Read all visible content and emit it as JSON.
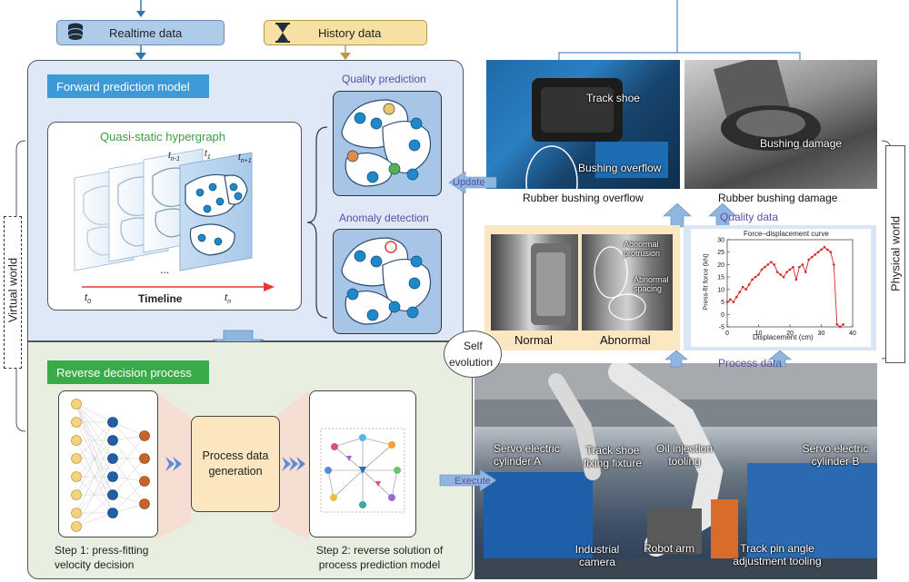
{
  "inputs": {
    "realtime": {
      "label": "Realtime data",
      "icon": "database-icon"
    },
    "history": {
      "label": "History data",
      "icon": "hourglass-icon"
    }
  },
  "forward": {
    "title": "Forward prediction model",
    "hypergraph_title": "Quasi-static hypergraph",
    "timeline_label": "Timeline",
    "t0": "t",
    "t0_sub": "0",
    "tn": "t",
    "tn_sub": "n",
    "frame_labels": [
      "t",
      "t",
      "t"
    ],
    "frame_subs": [
      "n-1",
      "1",
      "n+1"
    ],
    "ellipsis": "...",
    "quality_prediction": "Quality prediction",
    "anomaly_detection": "Anomaly detection"
  },
  "reverse": {
    "title": "Reverse decision process",
    "process_box": "Process data generation",
    "step1": "Step 1: press-fitting velocity decision",
    "step2": "Step 2: reverse solution of process prediction model"
  },
  "sides": {
    "virtual": "Virtual world",
    "physical": "Physical world"
  },
  "arrows": {
    "update": "Update",
    "execute": "Execute",
    "quality_data": "Quality data",
    "process_data": "Process data",
    "self_evolution_1": "Self",
    "self_evolution_2": "evolution"
  },
  "photos": {
    "overflow_caption": "Rubber bushing overflow",
    "damage_caption": "Rubber bushing damage",
    "track_shoe": "Track shoe",
    "bushing_overflow": "Bushing overflow",
    "bushing_damage": "Bushing damage",
    "normal": "Normal",
    "abnormal": "Abnormal",
    "abnormal_protrusion": "Abnormal protrusion",
    "abnormal_spacing": "Abnormal spacing",
    "servo_a": "Servo electric cylinder A",
    "servo_b": "Servo electric cylinder B",
    "track_fixture": "Track shoe fixing fixture",
    "oil_injection": "Oil injection tooling",
    "industrial_camera": "Industrial camera",
    "robot_arm": "Robot arm",
    "track_pin": "Track pin angle adjustment tooling"
  },
  "chart_data": {
    "type": "line",
    "title": "Force–displacement curve",
    "xlabel": "Displacement (cm)",
    "ylabel": "Press-fit force (kN)",
    "xlim": [
      0,
      40
    ],
    "ylim": [
      -5,
      30
    ],
    "xticks": [
      "0",
      "10",
      "20",
      "30",
      "40"
    ],
    "yticks": [
      "-5",
      "0",
      "5",
      "10",
      "15",
      "20",
      "25",
      "30"
    ],
    "grid": false,
    "series": [
      {
        "color": "#d62728",
        "x": [
          0,
          1,
          2,
          3,
          4,
          5,
          6,
          7,
          8,
          9,
          10,
          11,
          12,
          13,
          14,
          15,
          16,
          17,
          18,
          19,
          20,
          21,
          22,
          23,
          24,
          25,
          26,
          27,
          28,
          29,
          30,
          31,
          32,
          33,
          34,
          35,
          36,
          37
        ],
        "y": [
          5,
          6,
          5,
          7,
          9,
          11,
          10,
          12,
          14,
          15,
          16,
          18,
          19,
          20,
          21,
          20,
          17,
          16,
          15,
          17,
          18,
          19,
          14,
          19,
          20,
          17,
          22,
          23,
          24,
          25,
          26,
          27,
          26,
          25,
          20,
          -4,
          -5,
          -4
        ]
      }
    ]
  },
  "colors": {
    "forward_bg": "#dfe8f6",
    "reverse_bg": "#e8efe1",
    "forward_bar": "#3d9ad7",
    "reverse_bar": "#3aab4a",
    "node_blue": "#1e88c9",
    "arrow_blue": "#8fb6df",
    "accent_purple": "#5b4ea6"
  }
}
